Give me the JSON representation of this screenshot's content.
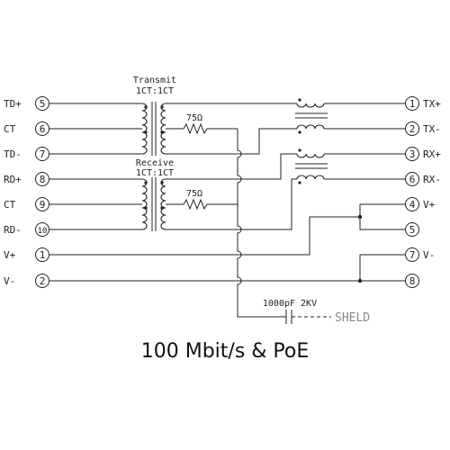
{
  "caption": "100 Mbit/s & PoE",
  "transformers": {
    "transmit_title": "Transmit",
    "transmit_ratio": "1CT:1CT",
    "receive_title": "Receive",
    "receive_ratio": "1CT:1CT"
  },
  "resistors": {
    "tx_value": "75Ω",
    "rx_value": "75Ω"
  },
  "capacitor": {
    "value": "1000pF 2KV"
  },
  "shield_label": "SHELD",
  "left_pins": [
    {
      "label": "TD+",
      "num": "5"
    },
    {
      "label": "CT",
      "num": "6"
    },
    {
      "label": "TD-",
      "num": "7"
    },
    {
      "label": "RD+",
      "num": "8"
    },
    {
      "label": "CT",
      "num": "9"
    },
    {
      "label": "RD-",
      "num": "10"
    },
    {
      "label": "V+",
      "num": "1"
    },
    {
      "label": "V-",
      "num": "2"
    }
  ],
  "right_pins": [
    {
      "label": "TX+",
      "num": "1"
    },
    {
      "label": "TX-",
      "num": "2"
    },
    {
      "label": "RX+",
      "num": "3"
    },
    {
      "label": "RX-",
      "num": "6"
    },
    {
      "label": "V+",
      "num": "4"
    },
    {
      "label": "",
      "num": "5"
    },
    {
      "label": "V-",
      "num": "7"
    },
    {
      "label": "",
      "num": "8"
    }
  ]
}
